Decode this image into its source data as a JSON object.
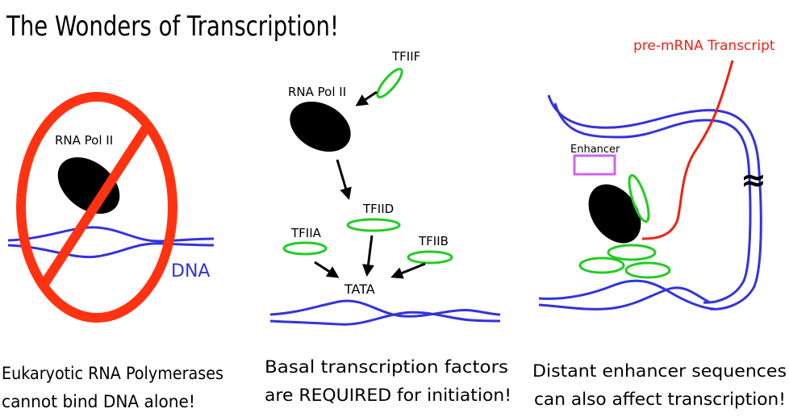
{
  "title": "The Wonders of Transcription!",
  "panel1": {
    "polymerase_label": "RNA Pol II",
    "dna_label": "DNA",
    "caption_line1": "Eukaryotic RNA Polymerases",
    "caption_line2": "cannot bind DNA alone!"
  },
  "panel2": {
    "polymerase_label": "RNA Pol II",
    "factors": [
      "TFIIF",
      "TFIID",
      "TFIIA",
      "TFIIB"
    ],
    "tata_label": "TATA",
    "caption_line1": "Basal transcription factors",
    "caption_line2": "are REQUIRED for initiation!"
  },
  "panel3": {
    "transcript_label": "pre-mRNA Transcript",
    "enhancer_label": "Enhancer",
    "break_symbol": "≈",
    "caption_line1": "Distant enhancer sequences",
    "caption_line2": "can also affect transcription!"
  },
  "colors": {
    "dna": "#3333dd",
    "factor": "#22cc22",
    "prohibition": "#ff3311",
    "transcript": "#ee2211",
    "enhancer": "#cc66ee",
    "polymerase": "#000000"
  }
}
